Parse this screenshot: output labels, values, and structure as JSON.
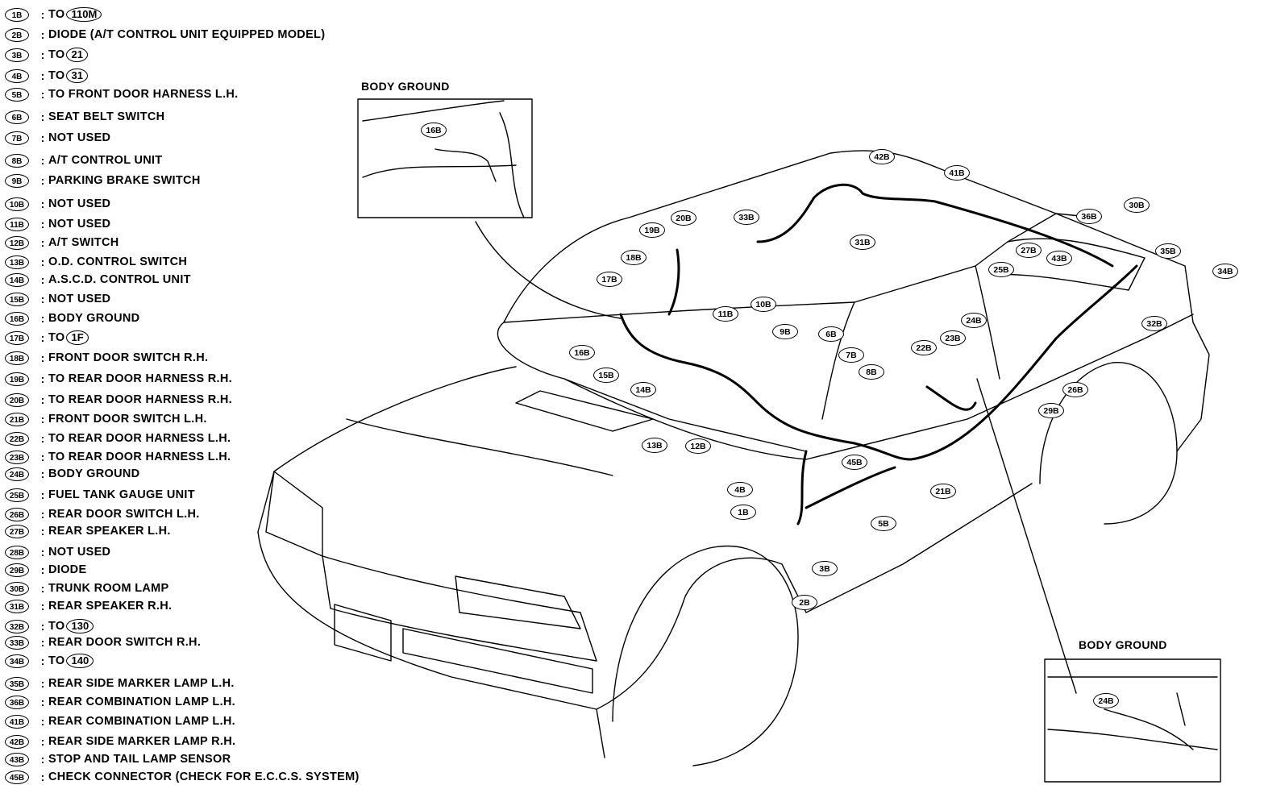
{
  "legend": [
    {
      "code": "1B",
      "desc": "TO",
      "ref": "110M"
    },
    {
      "code": "2B",
      "desc": "DIODE (A/T CONTROL UNIT EQUIPPED MODEL)"
    },
    {
      "code": "3B",
      "desc": "TO",
      "ref": "21"
    },
    {
      "code": "4B",
      "desc": "TO",
      "ref": "31"
    },
    {
      "code": "5B",
      "desc": "TO FRONT DOOR HARNESS L.H."
    },
    {
      "code": "6B",
      "desc": "SEAT BELT SWITCH"
    },
    {
      "code": "7B",
      "desc": "NOT USED"
    },
    {
      "code": "8B",
      "desc": "A/T CONTROL UNIT"
    },
    {
      "code": "9B",
      "desc": "PARKING BRAKE SWITCH"
    },
    {
      "code": "10B",
      "desc": "NOT USED"
    },
    {
      "code": "11B",
      "desc": "NOT USED"
    },
    {
      "code": "12B",
      "desc": "A/T SWITCH"
    },
    {
      "code": "13B",
      "desc": "O.D. CONTROL SWITCH"
    },
    {
      "code": "14B",
      "desc": "A.S.C.D. CONTROL UNIT"
    },
    {
      "code": "15B",
      "desc": "NOT USED"
    },
    {
      "code": "16B",
      "desc": "BODY GROUND"
    },
    {
      "code": "17B",
      "desc": "TO",
      "ref": "1F"
    },
    {
      "code": "18B",
      "desc": "FRONT DOOR SWITCH R.H."
    },
    {
      "code": "19B",
      "desc": "TO REAR DOOR HARNESS R.H."
    },
    {
      "code": "20B",
      "desc": "TO REAR DOOR HARNESS R.H."
    },
    {
      "code": "21B",
      "desc": "FRONT DOOR SWITCH L.H."
    },
    {
      "code": "22B",
      "desc": "TO REAR DOOR HARNESS L.H."
    },
    {
      "code": "23B",
      "desc": "TO REAR DOOR HARNESS L.H."
    },
    {
      "code": "24B",
      "desc": "BODY GROUND"
    },
    {
      "code": "25B",
      "desc": "FUEL TANK GAUGE UNIT"
    },
    {
      "code": "26B",
      "desc": "REAR DOOR SWITCH L.H."
    },
    {
      "code": "27B",
      "desc": "REAR SPEAKER L.H."
    },
    {
      "code": "28B",
      "desc": "NOT USED"
    },
    {
      "code": "29B",
      "desc": "DIODE"
    },
    {
      "code": "30B",
      "desc": "TRUNK ROOM LAMP"
    },
    {
      "code": "31B",
      "desc": "REAR SPEAKER R.H."
    },
    {
      "code": "32B",
      "desc": "TO",
      "ref": "130"
    },
    {
      "code": "33B",
      "desc": "REAR DOOR SWITCH R.H."
    },
    {
      "code": "34B",
      "desc": "TO",
      "ref": "140"
    },
    {
      "code": "35B",
      "desc": "REAR SIDE MARKER LAMP L.H."
    },
    {
      "code": "36B",
      "desc": "REAR COMBINATION LAMP L.H."
    },
    {
      "code": "41B",
      "desc": "REAR COMBINATION LAMP L.H."
    },
    {
      "code": "42B",
      "desc": "REAR SIDE MARKER LAMP R.H."
    },
    {
      "code": "43B",
      "desc": "STOP AND TAIL LAMP SENSOR"
    },
    {
      "code": "45B",
      "desc": "CHECK CONNECTOR (CHECK FOR E.C.C.S. SYSTEM)"
    }
  ],
  "insets": {
    "top_title": "BODY GROUND",
    "top_code": "16B",
    "bottom_title": "BODY GROUND",
    "bottom_code": "24B"
  },
  "callouts": [
    {
      "code": "42B"
    },
    {
      "code": "41B"
    },
    {
      "code": "36B"
    },
    {
      "code": "30B"
    },
    {
      "code": "35B"
    },
    {
      "code": "34B"
    },
    {
      "code": "32B"
    },
    {
      "code": "33B"
    },
    {
      "code": "31B"
    },
    {
      "code": "19B"
    },
    {
      "code": "20B"
    },
    {
      "code": "18B"
    },
    {
      "code": "17B"
    },
    {
      "code": "27B"
    },
    {
      "code": "43B"
    },
    {
      "code": "25B"
    },
    {
      "code": "11B"
    },
    {
      "code": "10B"
    },
    {
      "code": "9B"
    },
    {
      "code": "6B"
    },
    {
      "code": "7B"
    },
    {
      "code": "8B"
    },
    {
      "code": "16B"
    },
    {
      "code": "15B"
    },
    {
      "code": "14B"
    },
    {
      "code": "22B"
    },
    {
      "code": "23B"
    },
    {
      "code": "24B"
    },
    {
      "code": "26B"
    },
    {
      "code": "29B"
    },
    {
      "code": "13B"
    },
    {
      "code": "12B"
    },
    {
      "code": "45B"
    },
    {
      "code": "4B"
    },
    {
      "code": "1B"
    },
    {
      "code": "21B"
    },
    {
      "code": "5B"
    },
    {
      "code": "3B"
    },
    {
      "code": "2B"
    }
  ]
}
